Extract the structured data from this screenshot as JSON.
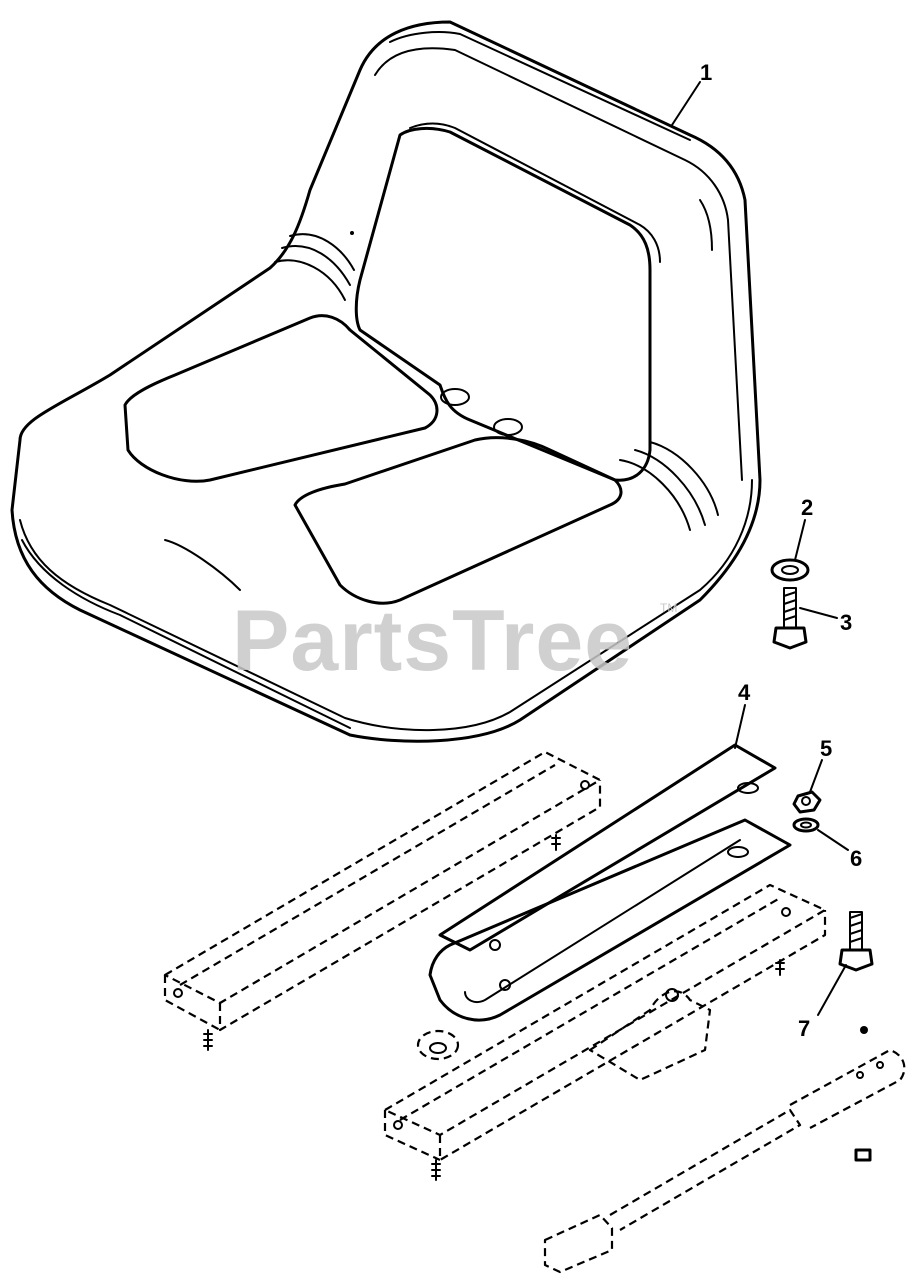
{
  "watermark": {
    "text": "PartsTree",
    "trademark": "TM"
  },
  "callouts": [
    {
      "label": "1",
      "part": "seat"
    },
    {
      "label": "2",
      "part": "washer"
    },
    {
      "label": "3",
      "part": "bolt"
    },
    {
      "label": "4",
      "part": "seat-bracket"
    },
    {
      "label": "5",
      "part": "nut"
    },
    {
      "label": "6",
      "part": "washer"
    },
    {
      "label": "7",
      "part": "bolt"
    }
  ],
  "colors": {
    "ink": "#000000",
    "watermark": "#c8c8c8",
    "background": "#ffffff"
  }
}
